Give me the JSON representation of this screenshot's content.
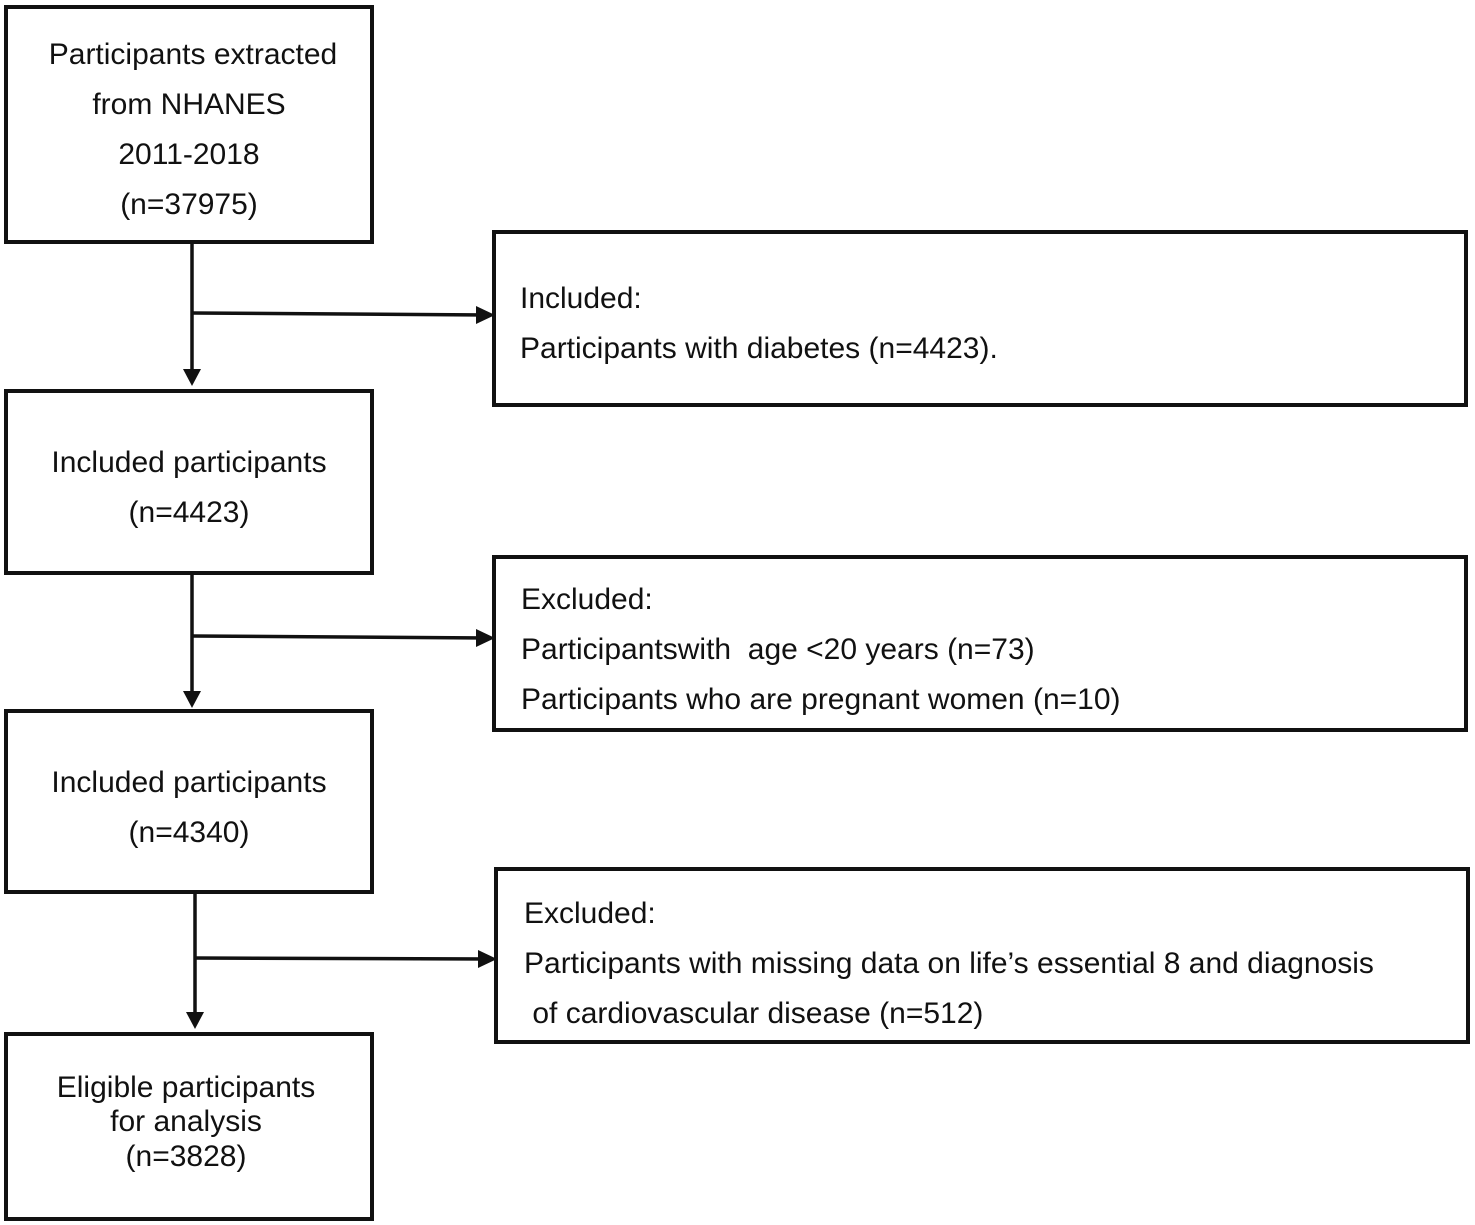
{
  "flow": {
    "boxes": [
      {
        "id": "extracted",
        "lines": [
          "Participants extracted",
          "from NHANES",
          "2011-2018",
          "(n=37975)"
        ]
      },
      {
        "id": "included-1",
        "lines": [
          "Included participants",
          "(n=4423)"
        ]
      },
      {
        "id": "included-2",
        "lines": [
          "Included participants",
          "(n=4340)"
        ]
      },
      {
        "id": "eligible",
        "lines": [
          "Eligible participants",
          "for analysis",
          "(n=3828)"
        ]
      }
    ],
    "side_boxes": [
      {
        "id": "inclusion",
        "lines": [
          "Included:",
          "Participants with diabetes (n=4423)."
        ]
      },
      {
        "id": "exclusion-1",
        "lines": [
          "Excluded:",
          "Participantswith  age <20 years (n=73)",
          "Participants who are pregnant women (n=10)"
        ]
      },
      {
        "id": "exclusion-2",
        "lines": [
          "Excluded:",
          "Participants with missing data on life’s essential 8 and diagnosis",
          " of cardiovascular disease (n=512)"
        ]
      }
    ]
  }
}
